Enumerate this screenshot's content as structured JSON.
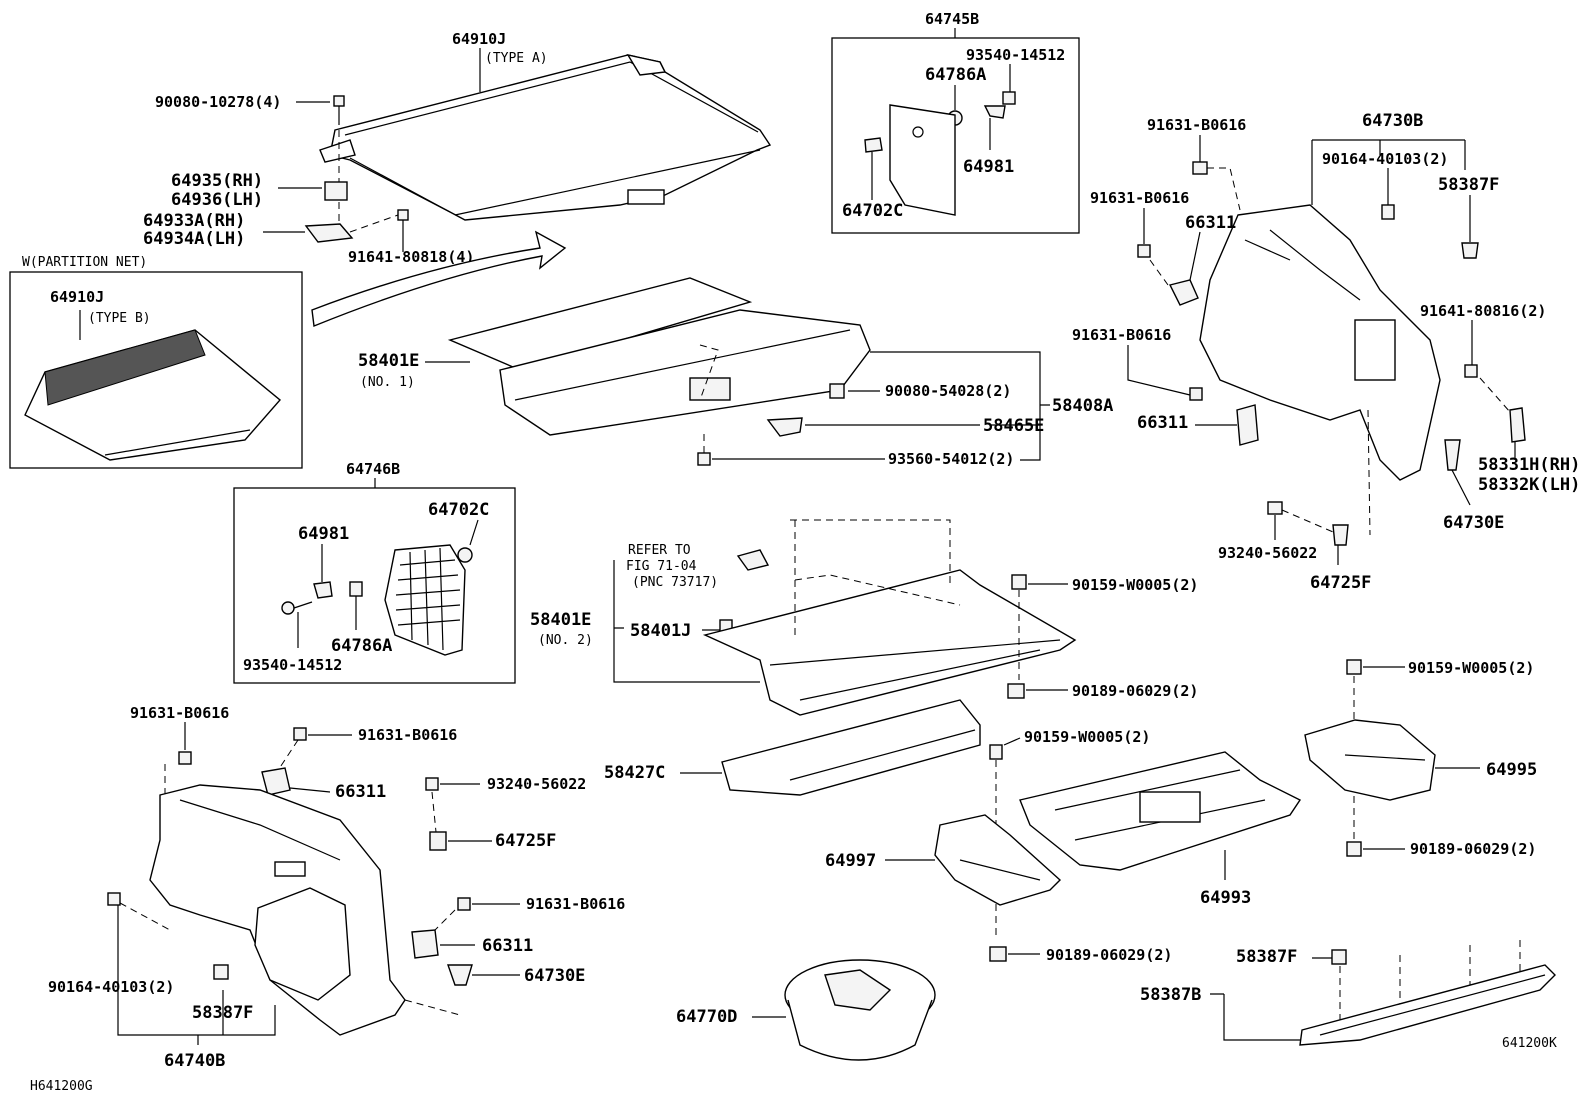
{
  "footer": {
    "left_code": "H641200G",
    "right_code": "641200K"
  },
  "groups": {
    "box_64745B": {
      "title": "64745B",
      "parts": [
        "93540-14512",
        "64786A",
        "64981",
        "64702C"
      ]
    },
    "box_64746B": {
      "title": "64746B",
      "parts": [
        "64981",
        "64702C",
        "93540-14512",
        "64786A"
      ]
    },
    "partition_net": {
      "title": "W(PARTITION NET)",
      "part": "64910J",
      "type": "(TYPE B)"
    }
  },
  "labels": {
    "l1": "64910J",
    "l2": "(TYPE A)",
    "l3": "90080-10278(4)",
    "l4": "64935(RH)",
    "l5": "64936(LH)",
    "l6": "64933A(RH)",
    "l7": "64934A(LH)",
    "l8": "91641-80818(4)",
    "l9": "W(PARTITION NET)",
    "l10": "64910J",
    "l11": "(TYPE B)",
    "l12": "64745B",
    "l13": "93540-14512",
    "l14": "64786A",
    "l15": "64981",
    "l16": "64702C",
    "l17": "91631-B0616",
    "l18": "64730B",
    "l19": "90164-40103(2)",
    "l20": "58387F",
    "l21": "91631-B0616",
    "l22": "66311",
    "l23": "91641-80816(2)",
    "l24": "91631-B0616",
    "l25": "66311",
    "l26": "58331H(RH)",
    "l27": "58332K(LH)",
    "l28": "64730E",
    "l29": "93240-56022",
    "l30": "64725F",
    "l31": "58401E",
    "l32": "(NO. 1)",
    "l33": "90080-54028(2)",
    "l34": "58408A",
    "l35": "58465E",
    "l36": "93560-54012(2)",
    "l37": "64746B",
    "l38": "64981",
    "l39": "64702C",
    "l40": "64786A",
    "l41": "93540-14512",
    "l42": "REFER TO",
    "l43": "FIG 71-04",
    "l44": "(PNC 73717)",
    "l45": "58401E",
    "l46": "(NO. 2)",
    "l47": "58401J",
    "l48": "90159-W0005(2)",
    "l49": "90189-06029(2)",
    "l50": "58427C",
    "l51": "91631-B0616",
    "l52": "91631-B0616",
    "l53": "66311",
    "l54": "93240-56022",
    "l55": "64725F",
    "l56": "91631-B0616",
    "l57": "66311",
    "l58": "64730E",
    "l59": "90164-40103(2)",
    "l60": "58387F",
    "l61": "64740B",
    "l62": "90159-W0005(2)",
    "l63": "64997",
    "l64": "64993",
    "l65": "90189-06029(2)",
    "l66": "64770D",
    "l67": "90159-W0005(2)",
    "l68": "64995",
    "l69": "90189-06029(2)",
    "l70": "58387F",
    "l71": "58387B"
  }
}
